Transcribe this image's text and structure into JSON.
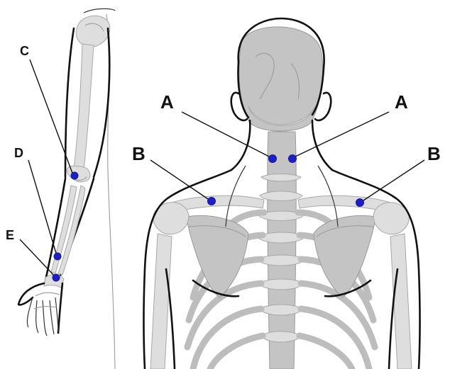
{
  "point_color": "#1e1ec8",
  "points": [
    {
      "label": "A",
      "side": "left"
    },
    {
      "label": "A",
      "side": "right"
    },
    {
      "label": "B",
      "side": "left"
    },
    {
      "label": "B",
      "side": "right"
    },
    {
      "label": "C"
    },
    {
      "label": "D"
    },
    {
      "label": "E"
    }
  ]
}
